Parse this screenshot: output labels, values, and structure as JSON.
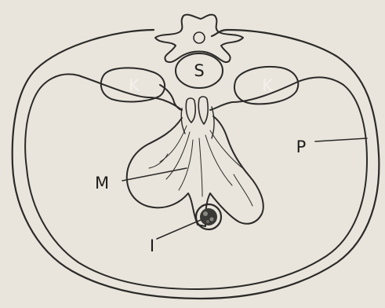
{
  "figure": {
    "colors": {
      "background": "#e9e5dc",
      "ink": "#2b2a28",
      "kidney_fill": "#7a7873",
      "intestine_fill": "#3a3936"
    },
    "labels": {
      "kidney_left": "K",
      "kidney_right": "K",
      "spine": "S",
      "peritoneum": "P",
      "mesentery": "M",
      "intestine": "I"
    }
  }
}
